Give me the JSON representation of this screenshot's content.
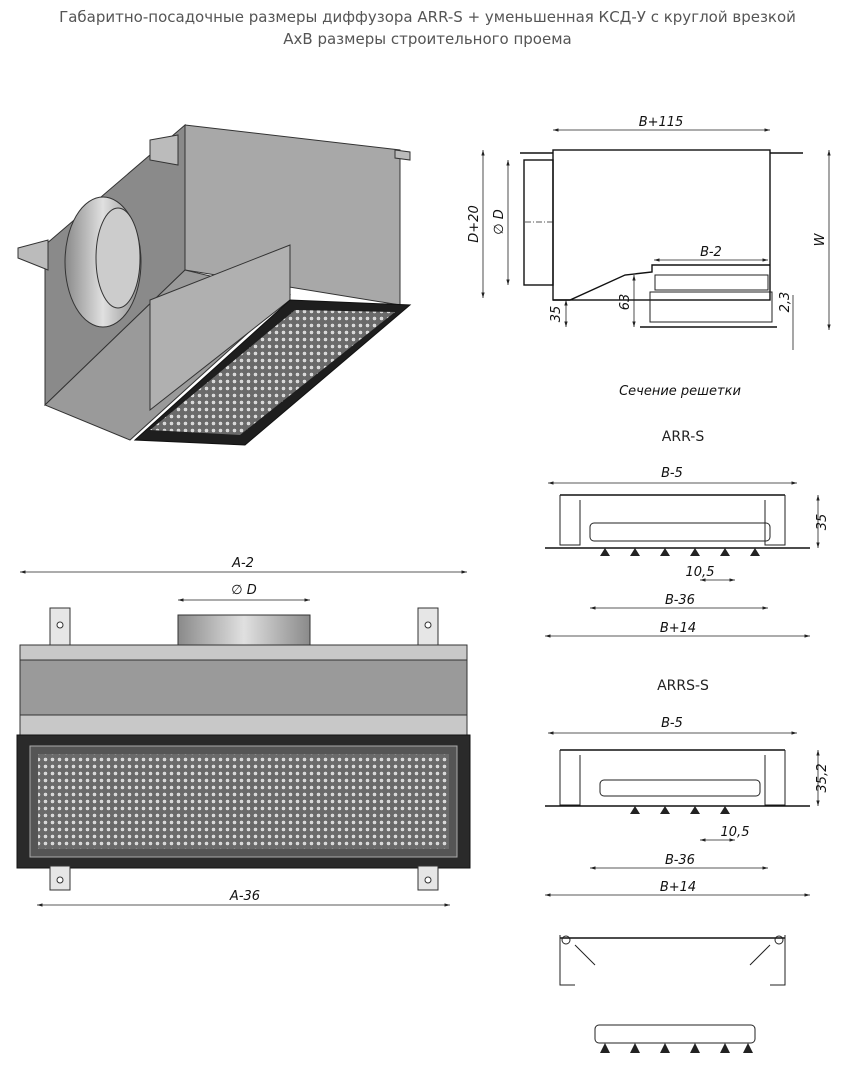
{
  "title": {
    "line1": "Габаритно-посадочные размеры диффузора ARR-S + уменьшенная КСД-У с круглой врезкой",
    "line2": "АхВ размеры строительного проема"
  },
  "side_view": {
    "dim_top": "B+115",
    "dim_left": "D+20",
    "dim_diameter": "∅ D",
    "dim_right": "W",
    "dim_inner": "B-2",
    "dim_63": "63",
    "dim_35": "35",
    "dim_23": "2,3",
    "caption": "Сечение решетки"
  },
  "arr_s": {
    "label": "ARR-S",
    "dim_top": "B-5",
    "dim_height": "35",
    "dim_pitch": "10,5",
    "dim_inner": "B-36",
    "dim_outer": "B+14"
  },
  "arrs_s": {
    "label": "ARRS-S",
    "dim_top": "B-5",
    "dim_height": "35,2",
    "dim_pitch": "10,5",
    "dim_inner": "B-36",
    "dim_outer": "B+14"
  },
  "front_view": {
    "dim_top": "A-2",
    "dim_diameter": "∅ D",
    "dim_bottom": "A-36"
  },
  "colors": {
    "body": "#9a9a9a",
    "light": "#c8c8c8",
    "frame": "#2a2a2a"
  }
}
